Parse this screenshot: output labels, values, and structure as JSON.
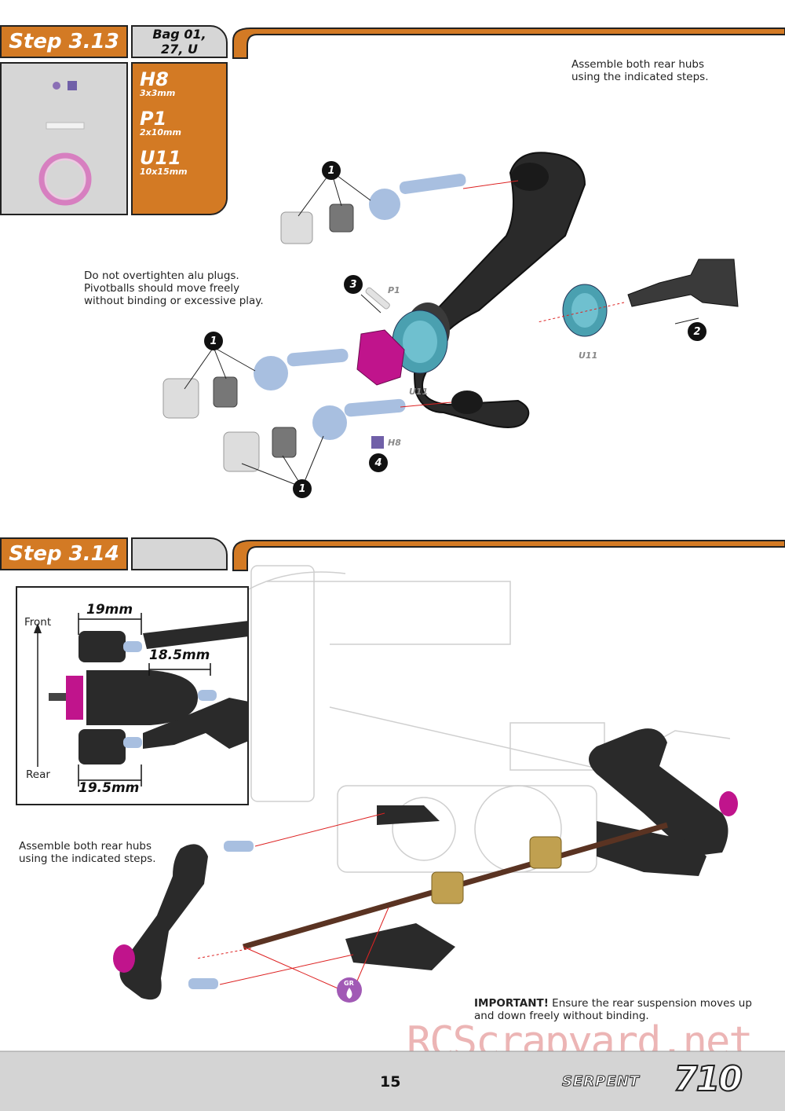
{
  "step1": {
    "title": "Step 3.13",
    "bag": "Bag 01, 27, U",
    "parts": [
      {
        "code": "H8",
        "size": "3x3mm"
      },
      {
        "code": "P1",
        "size": "2x10mm"
      },
      {
        "code": "U11",
        "size": "10x15mm"
      }
    ],
    "note_top": "Assemble both rear hubs using the indicated steps.",
    "note_left": "Do not overtighten alu plugs. Pivotballs should move freely without binding or excessive play.",
    "callouts": [
      "1",
      "1",
      "1",
      "2",
      "3",
      "4"
    ],
    "part_labels": {
      "p1": "P1",
      "u11_a": "U11",
      "u11_b": "U11",
      "h8": "H8"
    }
  },
  "step2": {
    "title": "Step 3.14",
    "inset": {
      "front": "Front",
      "rear": "Rear",
      "dim_top": "19mm",
      "dim_mid": "18.5mm",
      "dim_bottom": "19.5mm"
    },
    "note_left": "Assemble both rear hubs using the indicated steps.",
    "important_label": "IMPORTANT!",
    "important_text": " Ensure the rear suspension moves up and down freely without binding.",
    "grease_label": "GR"
  },
  "footer": {
    "page_number": "15",
    "brand": "SERPENT",
    "model": "710",
    "watermark": "RCScrapyard.net"
  },
  "colors": {
    "orange": "#d37a24",
    "grey": "#d6d6d6",
    "magenta": "#c0148c",
    "teal": "#4aa0b0"
  }
}
